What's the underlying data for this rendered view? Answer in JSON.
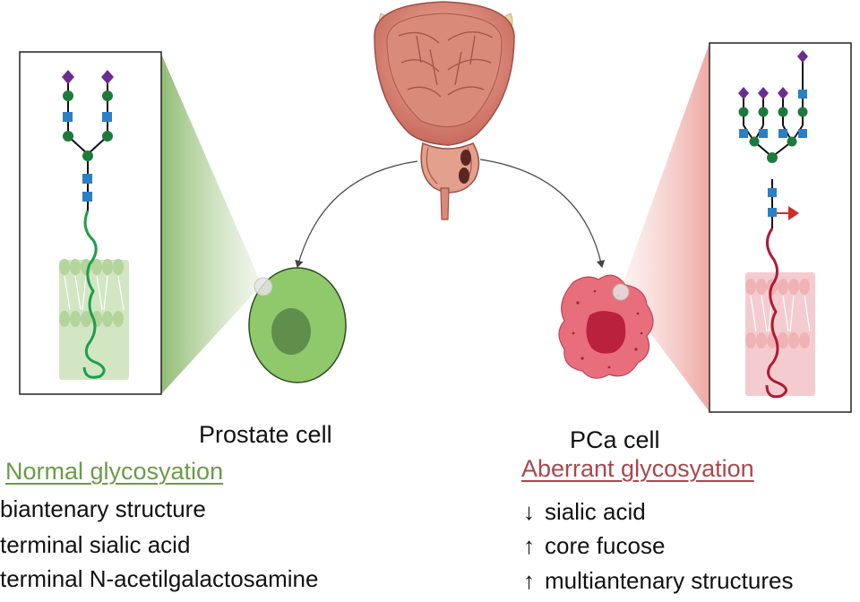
{
  "colors": {
    "normal_green": "#6d9a4a",
    "aberrant_red": "#a8484d",
    "glycan_green": "#1d7a3c",
    "glycan_blue": "#2b7fc4",
    "glycan_purple": "#6a2d8f",
    "fucose_red": "#d12b2b",
    "peptide_green": "#1d9e4a",
    "peptide_red": "#b01a37",
    "normal_cell": "#8fc96b",
    "pca_cell": "#e76e7a"
  },
  "left": {
    "cell_label": "Prostate cell",
    "heading": "Normal  glycosyation",
    "items": [
      "biantenary structure",
      "terminal sialic acid",
      "terminal N-acetilgalactosamine"
    ]
  },
  "right": {
    "cell_label": "PCa cell",
    "heading": "Aberrant glycosyation",
    "items": [
      {
        "arrow": "↓",
        "text": "sialic acid"
      },
      {
        "arrow": "↑",
        "text": "core fucose"
      },
      {
        "arrow": "↑",
        "text": "multiantenary structures"
      }
    ]
  },
  "icons": {
    "organ": "prostate-bladder-icon",
    "normal_cell": "normal-cell-icon",
    "cancer_cell": "cancer-cell-icon",
    "normal_glycan": "biantennary-glycan-icon",
    "aberrant_glycan": "multiantennary-glycan-icon"
  }
}
